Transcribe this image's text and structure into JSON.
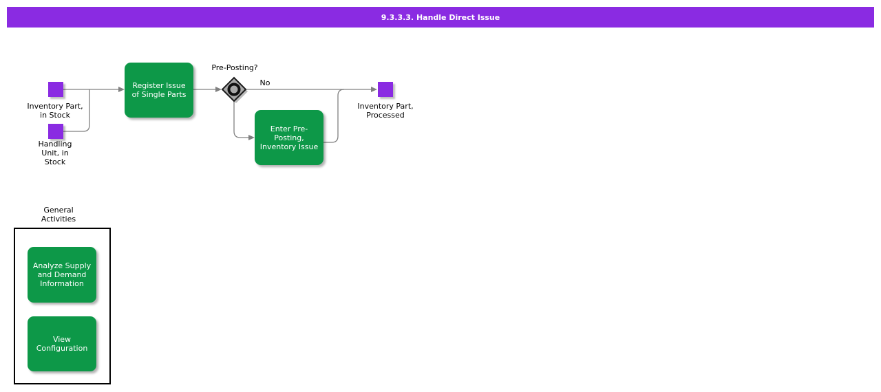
{
  "title_bar": {
    "text": "9.3.3.3. Handle Direct Issue",
    "background": "#8A2BE2",
    "text_color": "#FFFFFF"
  },
  "colors": {
    "activity_green": "#0D9848",
    "data_object_purple": "#8A2BE2",
    "connector_gray": "#808080",
    "gateway_gray": "#A9A9A9"
  },
  "flow": {
    "start_events": [
      {
        "label": "Inventory Part,\nin Stock"
      },
      {
        "label": "Handling\nUnit, in\nStock"
      }
    ],
    "activities": [
      {
        "label": "Register Issue\nof Single Parts"
      },
      {
        "label": "Enter Pre-\nPosting,\nInventory Issue"
      }
    ],
    "gateway": {
      "question": "Pre-Posting?",
      "no_label": "No"
    },
    "end_event": {
      "label": "Inventory Part,\nProcessed"
    }
  },
  "general_activities": {
    "heading": "General\nActivities",
    "items": [
      {
        "label": "Analyze Supply\nand Demand\nInformation"
      },
      {
        "label": "View\nConfiguration"
      }
    ]
  }
}
